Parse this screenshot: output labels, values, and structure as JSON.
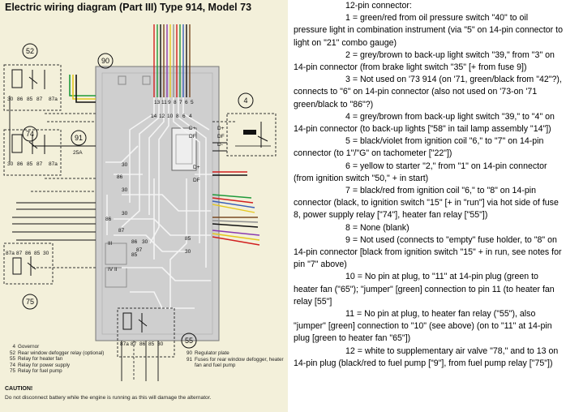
{
  "diagram": {
    "title": "Electric wiring diagram (Part III) Type 914, Model 73",
    "callouts": [
      "52",
      "90",
      "4",
      "74",
      "91",
      "75",
      "55"
    ],
    "relay_pins": [
      "30",
      "86",
      "85",
      "87",
      "87a"
    ],
    "lower_relay_pins": [
      "87a",
      "87",
      "86",
      "85",
      "30"
    ],
    "connector_pins_top": [
      "13",
      "11",
      "9",
      "8",
      "7",
      "6",
      "5"
    ],
    "connector_pins_second": [
      "14",
      "12",
      "10",
      "8",
      "6",
      "4"
    ],
    "plate_labels": {
      "fuse": "25A",
      "d_plus": "D+",
      "df": "DF",
      "iii": "III",
      "iv_ii": "IV II"
    },
    "governor_labels": [
      "D+",
      "DF",
      "D-"
    ],
    "legend_left": [
      {
        "num": "4",
        "text": "Governor"
      },
      {
        "num": "52",
        "text": "Rear window defogger relay (optional)"
      },
      {
        "num": "55",
        "text": "Relay for heater fan"
      },
      {
        "num": "74",
        "text": "Relay for power supply"
      },
      {
        "num": "75",
        "text": "Relay for fuel pump"
      }
    ],
    "legend_right": [
      {
        "num": "90",
        "text": "Regulator plate"
      },
      {
        "num": "91",
        "text": "Fuses for rear window defogger, heater fan and fuel pump"
      }
    ],
    "caution_heading": "CAUTION!",
    "caution_text": "Do not disconnect battery while the engine is running as this will damage the alternator.",
    "colors": {
      "paper": "#f3f0da",
      "plate": "#cfcfcf",
      "trace": "#f4f4f4",
      "wire_red": "#d11f1f",
      "wire_green": "#1f9a3a",
      "wire_yellow": "#e5c81e",
      "wire_brown": "#7a4a22",
      "wire_blue": "#3a5fb8",
      "wire_black": "#111111",
      "wire_grey": "#909090",
      "wire_violet": "#8a3ab0"
    }
  },
  "notes": {
    "title": "12-pin connector:",
    "items": [
      "1 = green/red from oil pressure switch \"40\" to oil pressure light in combination instrument (via \"5\" on 14-pin connector to light on \"21\" combo gauge)",
      "2 = grey/brown to back-up light switch \"39,\" from \"3\" on 14-pin connector (from brake light switch \"35\" [+ from fuse 9])",
      "3 = Not used on '73 914 (on '71, green/black from \"42\"?), connects to \"6\" on 14-pin connector (also not used on '73-on '71 green/black to \"86\"?)",
      "4 = grey/brown from back-up light switch \"39,\" to \"4\" on 14-pin connector (to back-up lights [\"58\" in tail lamp assembly \"14\"])",
      "5 = black/violet from ignition coil \"6,\" to \"7\" on 14-pin connector (to 1\"/\"G\" on tachometer [\"22\"])",
      "6 = yellow to starter \"2,\" from \"1\" on 14-pin connector (from ignition switch \"50,\" + in start)",
      "7 = black/red from ignition coil \"6,\" to \"8\" on 14-pin connector (black, to ignition switch \"15\" [+ in \"run\"] via hot side of fuse 8, power supply relay [\"74\"], heater fan relay [\"55\"])",
      "8 = None (blank)",
      "9 = Not used (connects to \"empty\" fuse holder, to \"8\" on 14-pin connector [black from ignition switch \"15\" + in run, see notes for pin \"7\" above)",
      "10 = No pin at plug, to \"11\" at 14-pin plug (green to heater fan (\"65\"); \"jumper\" [green] connection to pin 11 (to heater fan relay [55\"]",
      "11 = No pin at plug, to heater fan relay (\"55\"), also \"jumper\" [green] connection to \"10\" (see above) (on to \"11\" at 14-pin plug [green to heater fan \"65\"])",
      "12 = white to supplementary air valve \"78,\" and to 13 on 14-pin plug (black/red to fuel pump [\"9\"], from fuel pump relay [\"75\"])"
    ]
  }
}
